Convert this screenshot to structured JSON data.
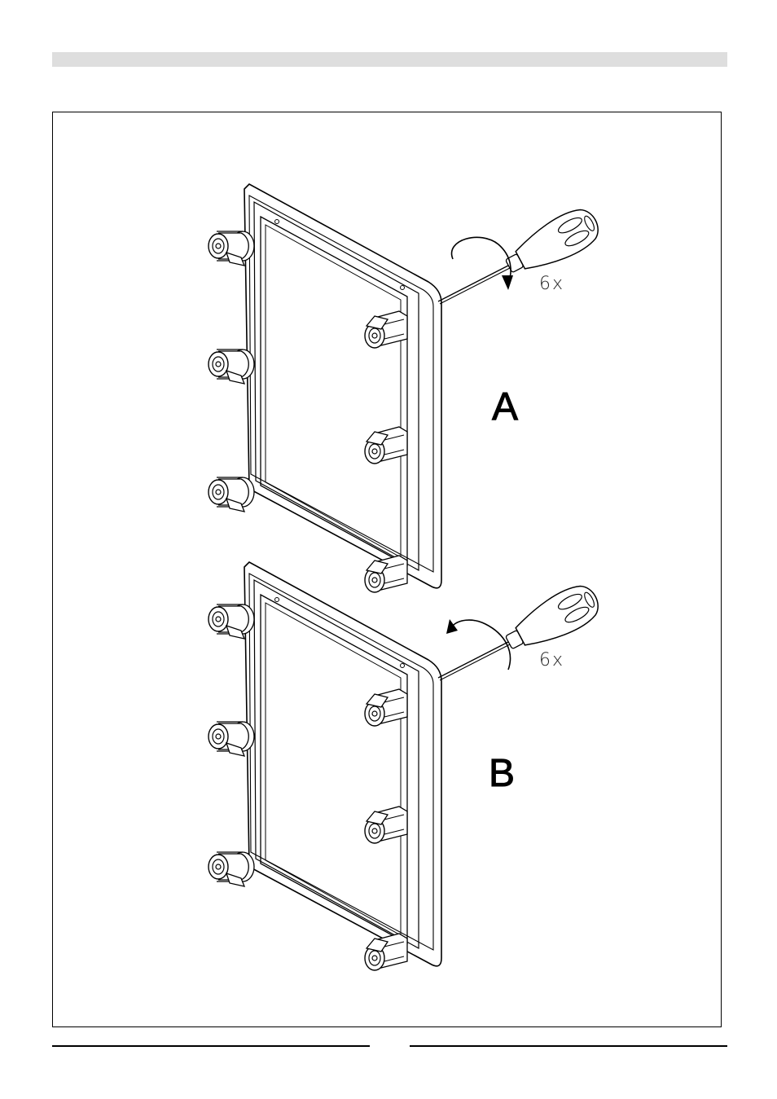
{
  "steps": {
    "a": {
      "label": "A",
      "count": "6x"
    },
    "b": {
      "label": "B",
      "count": "6x"
    }
  },
  "icons": {
    "screwdriver": "screwdriver-icon",
    "rotate_cw": "rotate-clockwise-arrow-icon",
    "rotate_ccw": "rotate-counterclockwise-arrow-icon",
    "clamp": "mounting-clamp-icon"
  },
  "colors": {
    "header_bar": "#dedede",
    "line": "#000000"
  }
}
